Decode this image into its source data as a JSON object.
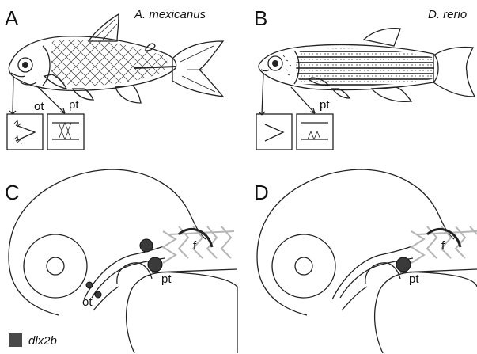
{
  "panels": {
    "A": {
      "letter": "A",
      "species": "A. mexicanus",
      "label_ot": "ot",
      "label_pt": "pt"
    },
    "B": {
      "letter": "B",
      "species": "D. rerio",
      "label_pt": "pt"
    },
    "C": {
      "letter": "C",
      "label_f": "f",
      "label_pt": "pt",
      "label_ot": "ot"
    },
    "D": {
      "letter": "D",
      "label_f": "f",
      "label_pt": "pt"
    }
  },
  "legend": {
    "label": "dlx2b",
    "swatch_color": "#4a4a4a"
  }
}
